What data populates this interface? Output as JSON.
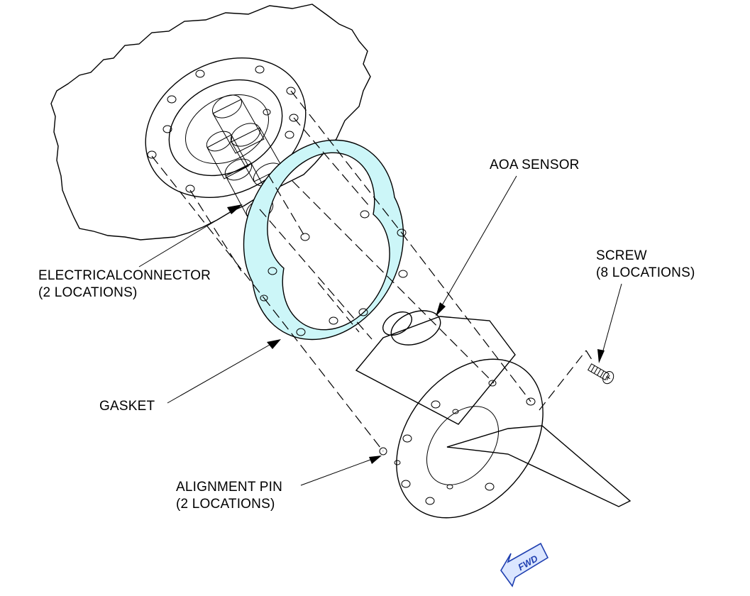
{
  "labels": {
    "aoa_sensor": "AOA SENSOR",
    "screw_line1": "SCREW",
    "screw_line2": "(8 LOCATIONS)",
    "connector_line1": "ELECTRICALCONNECTOR",
    "connector_line2": "(2 LOCATIONS)",
    "gasket": "GASKET",
    "pin_line1": "ALIGNMENT PIN",
    "pin_line2": "(2 LOCATIONS)",
    "fwd": "FWD"
  },
  "colors": {
    "skin_fill": "#fcf6c8",
    "part_fill": "#ccf6f8",
    "fwd_arrow_fill": "#dbe6ff",
    "fwd_arrow_stroke": "#1f3fb0",
    "line": "#000000"
  }
}
